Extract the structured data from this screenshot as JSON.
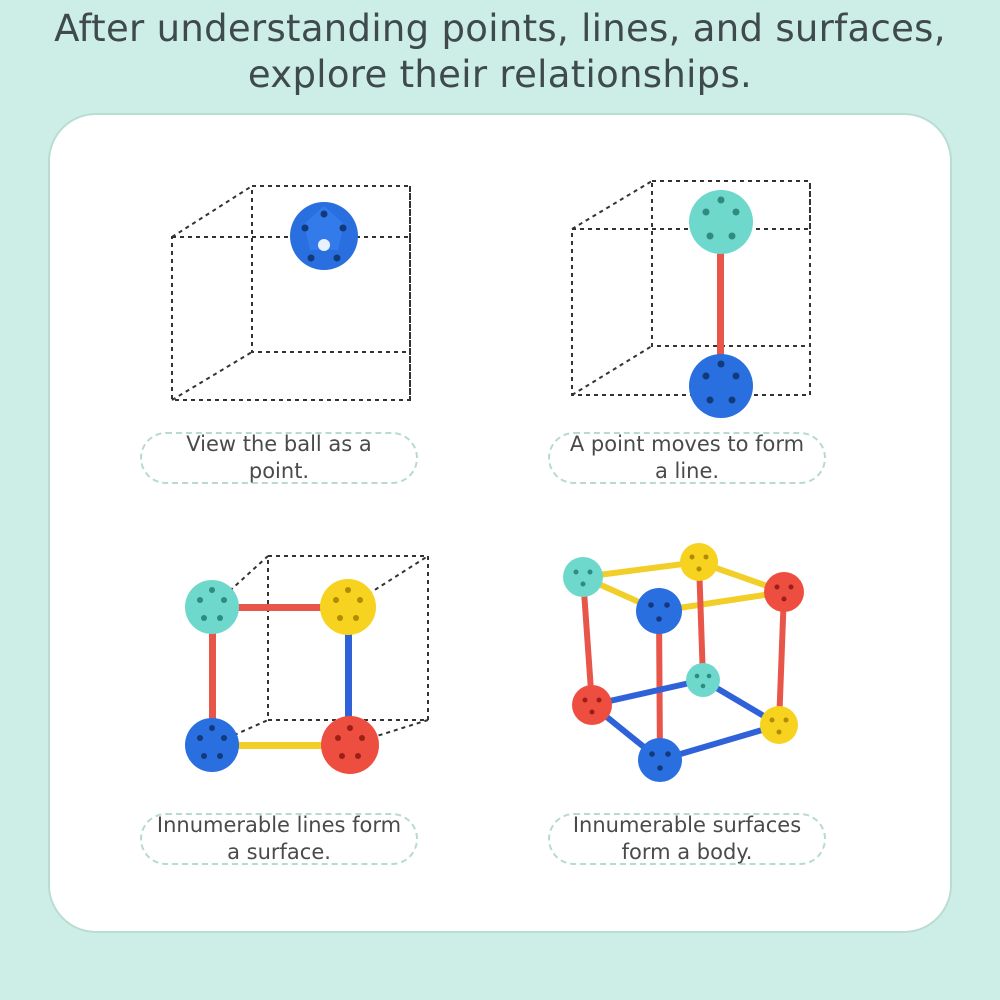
{
  "header": {
    "line1": "After understanding points, lines, and surfaces,",
    "line2": "explore their relationships."
  },
  "colors": {
    "background": "#cdeee6",
    "card": "#ffffff",
    "blue_ball": "#2a6fe0",
    "teal_ball": "#6fd8cc",
    "yellow_ball": "#f7d21e",
    "red_ball": "#ee4e3f",
    "red_rod": "#e8564a",
    "blue_rod": "#2f62d8",
    "yellow_rod": "#f2cf28"
  },
  "panels": [
    {
      "caption": "View the ball as a point."
    },
    {
      "caption": "A point moves to form a line."
    },
    {
      "caption": "Innumerable lines form a surface."
    },
    {
      "caption": "Innumerable surfaces form a body."
    }
  ]
}
